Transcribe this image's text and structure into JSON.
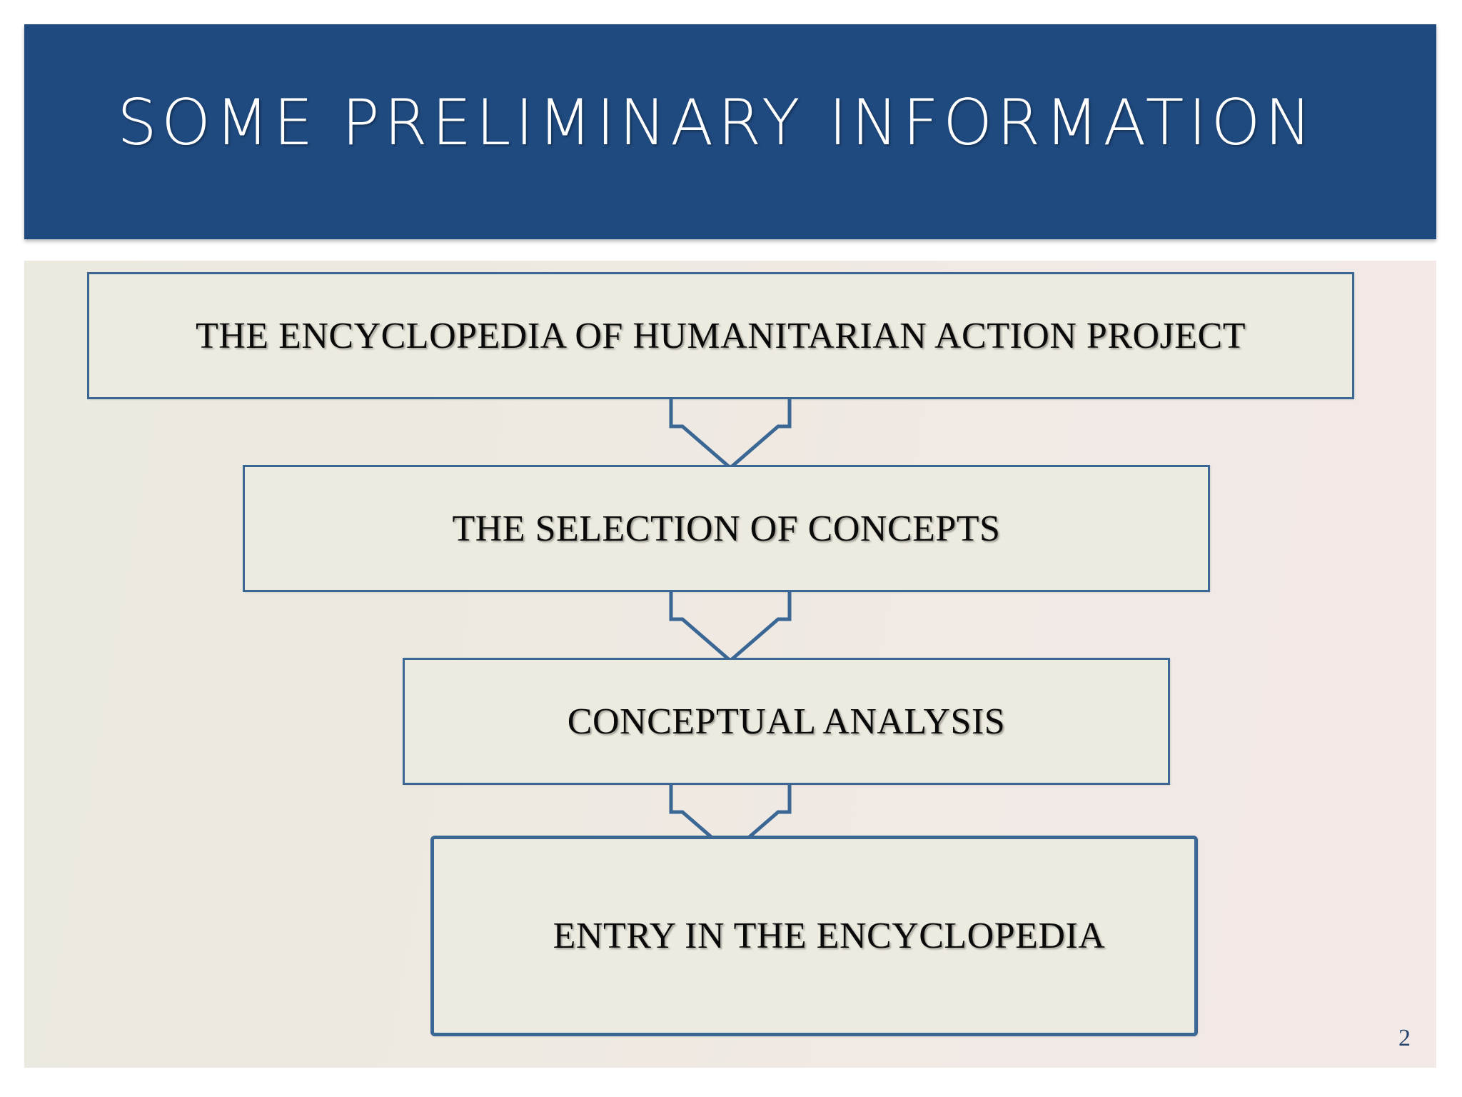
{
  "slide": {
    "title": "SOME PRELIMINARY INFORMATION",
    "page_number": "2",
    "colors": {
      "title_band": "#1f4a80",
      "title_text": "#ffffff",
      "content_background": "#eee9e0",
      "box_fill": "#edeae0",
      "box_border": "#3b6795",
      "box_text": "#0a0a0a",
      "page_number": "#25456d"
    }
  },
  "flowchart": {
    "type": "vertical-process-flow",
    "steps": [
      {
        "id": "step-1",
        "label": "THE ENCYCLOPEDIA OF HUMANITARIAN ACTION PROJECT"
      },
      {
        "id": "step-2",
        "label": "THE SELECTION OF CONCEPTS"
      },
      {
        "id": "step-3",
        "label": "CONCEPTUAL ANALYSIS"
      },
      {
        "id": "step-4",
        "label": "ENTRY IN THE ENCYCLOPEDIA"
      }
    ],
    "connectors": [
      {
        "id": "connector-1",
        "from": "step-1",
        "to": "step-2",
        "shape": "down-arrow"
      },
      {
        "id": "connector-2",
        "from": "step-2",
        "to": "step-3",
        "shape": "down-arrow"
      },
      {
        "id": "connector-3",
        "from": "step-3",
        "to": "step-4",
        "shape": "down-arrow"
      }
    ]
  }
}
